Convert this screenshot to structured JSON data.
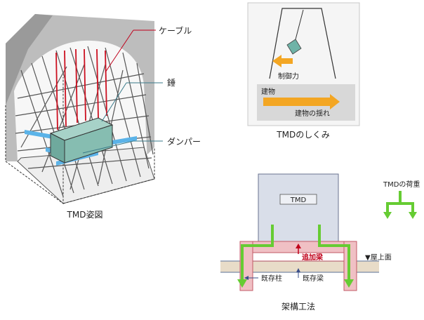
{
  "left_figure": {
    "caption": "TMD姿図",
    "callouts": {
      "cable": "ケーブル",
      "weight": "錘",
      "damper": "ダンパー"
    }
  },
  "right_top_figure": {
    "caption": "TMDのしくみ",
    "control_force": "制御力",
    "building": "建物",
    "building_sway": "建物の揺れ"
  },
  "right_bottom_figure": {
    "caption": "架構工法",
    "tmd_box_label": "TMD",
    "load_legend": "TMDの荷重",
    "added_beam": "追加梁",
    "roof_level": "▼屋上面",
    "existing_column": "既存柱",
    "existing_beam": "既存梁"
  },
  "colors": {
    "callout_red": "#c0001a",
    "cable_red": "#cc1020",
    "weight_teal": "#7fb8ad",
    "damper_blue": "#5bb3e8",
    "arrow_orange": "#f3a623",
    "load_green": "#66cc33",
    "added_beam_pink": "#f0c0c4"
  }
}
